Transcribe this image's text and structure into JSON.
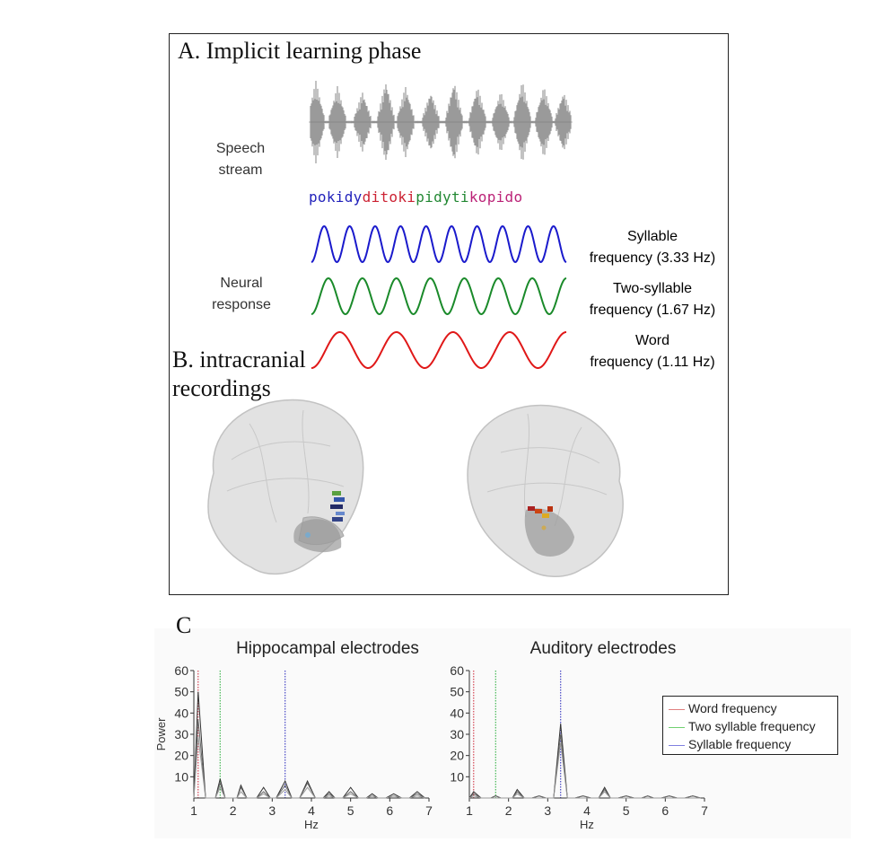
{
  "panel_a": {
    "title": "A. Implicit learning phase",
    "speech_label": [
      "Speech",
      "stream"
    ],
    "syllables": [
      {
        "text": "pokidy",
        "color": "#2222bb"
      },
      {
        "text": "ditoki",
        "color": "#cc2233"
      },
      {
        "text": "pidyti",
        "color": "#228833"
      },
      {
        "text": "kopido",
        "color": "#bb2277"
      }
    ],
    "neural_label": [
      "Neural",
      "response"
    ],
    "waves": [
      {
        "name_lines": [
          "Syllable",
          "frequency (3.33 Hz)"
        ],
        "color": "#1a1acc",
        "cycles": 10
      },
      {
        "name_lines": [
          "Two-syllable",
          "frequency (1.67 Hz)"
        ],
        "color": "#1a8a2a",
        "cycles": 7.5
      },
      {
        "name_lines": [
          "Word",
          "frequency (1.11 Hz)"
        ],
        "color": "#e01818",
        "cycles": 4.5
      }
    ]
  },
  "panel_b": {
    "title_lines": [
      "B. intracranial",
      "recordings"
    ]
  },
  "panel_c": {
    "label": "C",
    "legend": [
      {
        "label": "Word frequency",
        "color": "#e08080"
      },
      {
        "label": "Two syllable frequency",
        "color": "#70d070"
      },
      {
        "label": "Syllable frequency",
        "color": "#8080e0"
      }
    ]
  },
  "chart_data": [
    {
      "type": "line",
      "title": "Hippocampal electrodes",
      "xlabel": "Hz",
      "ylabel": "Power",
      "xlim": [
        1,
        7
      ],
      "ylim": [
        0,
        60
      ],
      "xticks": [
        1,
        2,
        3,
        4,
        5,
        6,
        7
      ],
      "yticks": [
        10,
        20,
        30,
        40,
        50,
        60
      ],
      "vlines": [
        {
          "x": 1.11,
          "color": "#cc2233"
        },
        {
          "x": 1.67,
          "color": "#22aa33"
        },
        {
          "x": 3.33,
          "color": "#2222bb"
        }
      ],
      "series": [
        {
          "x": [
            0.9,
            1.11,
            1.3,
            1.55,
            1.67,
            1.8,
            2.1,
            2.2,
            2.35,
            2.6,
            2.78,
            2.95,
            3.1,
            3.33,
            3.5,
            3.7,
            3.9,
            4.1,
            4.3,
            4.45,
            4.6,
            4.8,
            5.0,
            5.2,
            5.4,
            5.55,
            5.7,
            5.9,
            6.1,
            6.3,
            6.5,
            6.7,
            6.9
          ],
          "y": [
            0,
            50,
            0,
            0,
            9,
            0,
            0,
            6,
            0,
            0,
            5,
            0,
            0,
            8,
            0,
            0,
            8,
            0,
            0,
            3,
            0,
            0,
            5,
            0,
            0,
            2,
            0,
            0,
            2,
            0,
            0,
            3,
            0
          ]
        },
        {
          "x": [
            0.9,
            1.11,
            1.3,
            1.55,
            1.67,
            1.8,
            2.1,
            2.2,
            2.35,
            2.6,
            2.78,
            2.95,
            3.1,
            3.33,
            3.5,
            3.7,
            3.9,
            4.1,
            4.3,
            4.45,
            4.6,
            4.8,
            5.0,
            5.2,
            5.4,
            5.55,
            5.7,
            5.9,
            6.1,
            6.3,
            6.5,
            6.7,
            6.9
          ],
          "y": [
            0,
            37,
            0,
            0,
            7,
            0,
            0,
            5,
            0,
            0,
            3,
            0,
            0,
            6,
            0,
            0,
            7,
            0,
            0,
            2,
            0,
            0,
            3,
            0,
            0,
            1,
            0,
            0,
            1,
            0,
            0,
            2,
            0
          ]
        },
        {
          "x": [
            0.9,
            1.11,
            1.3,
            1.55,
            1.67,
            1.8,
            2.1,
            2.2,
            2.35,
            2.6,
            2.78,
            2.95,
            3.1,
            3.33,
            3.5,
            3.7,
            3.9,
            4.1,
            4.3,
            4.45,
            4.6,
            4.8,
            5.0,
            5.2,
            5.4,
            5.55,
            5.7,
            5.9,
            6.1,
            6.3,
            6.5,
            6.7,
            6.9
          ],
          "y": [
            0,
            29,
            0,
            0,
            5,
            0,
            0,
            3,
            0,
            0,
            2,
            0,
            0,
            4,
            0,
            0,
            5,
            0,
            0,
            1,
            0,
            0,
            2,
            0,
            0,
            1,
            0,
            0,
            1,
            0,
            0,
            1,
            0
          ]
        }
      ]
    },
    {
      "type": "line",
      "title": "Auditory electrodes",
      "xlabel": "Hz",
      "ylabel": "",
      "xlim": [
        1,
        7
      ],
      "ylim": [
        0,
        60
      ],
      "xticks": [
        1,
        2,
        3,
        4,
        5,
        6,
        7
      ],
      "yticks": [
        10,
        20,
        30,
        40,
        50,
        60
      ],
      "vlines": [
        {
          "x": 1.11,
          "color": "#cc2233"
        },
        {
          "x": 1.67,
          "color": "#22aa33"
        },
        {
          "x": 3.33,
          "color": "#2222bb"
        }
      ],
      "series": [
        {
          "x": [
            0.9,
            1.11,
            1.3,
            1.55,
            1.67,
            1.8,
            2.1,
            2.22,
            2.4,
            2.6,
            2.78,
            2.95,
            3.15,
            3.33,
            3.5,
            3.7,
            3.9,
            4.1,
            4.3,
            4.45,
            4.6,
            4.8,
            5.0,
            5.2,
            5.4,
            5.55,
            5.7,
            5.9,
            6.1,
            6.3,
            6.5,
            6.7,
            6.9
          ],
          "y": [
            0,
            3,
            0,
            0,
            1,
            0,
            0,
            4,
            0,
            0,
            1,
            0,
            0,
            35,
            0,
            0,
            1,
            0,
            0,
            5,
            0,
            0,
            1,
            0,
            0,
            1,
            0,
            0,
            1,
            0,
            0,
            1,
            0
          ]
        },
        {
          "x": [
            0.9,
            1.11,
            1.3,
            1.55,
            1.67,
            1.8,
            2.1,
            2.22,
            2.4,
            2.6,
            2.78,
            2.95,
            3.15,
            3.33,
            3.5,
            3.7,
            3.9,
            4.1,
            4.3,
            4.45,
            4.6,
            4.8,
            5.0,
            5.2,
            5.4,
            5.55,
            5.7,
            5.9,
            6.1,
            6.3,
            6.5,
            6.7,
            6.9
          ],
          "y": [
            0,
            2,
            0,
            0,
            1,
            0,
            0,
            3,
            0,
            0,
            1,
            0,
            0,
            30,
            0,
            0,
            1,
            0,
            0,
            4,
            0,
            0,
            1,
            0,
            0,
            1,
            0,
            0,
            1,
            0,
            0,
            1,
            0
          ]
        },
        {
          "x": [
            0.9,
            1.11,
            1.3,
            1.55,
            1.67,
            1.8,
            2.1,
            2.22,
            2.4,
            2.6,
            2.78,
            2.95,
            3.15,
            3.33,
            3.5,
            3.7,
            3.9,
            4.1,
            4.3,
            4.45,
            4.6,
            4.8,
            5.0,
            5.2,
            5.4,
            5.55,
            5.7,
            5.9,
            6.1,
            6.3,
            6.5,
            6.7,
            6.9
          ],
          "y": [
            0,
            1,
            0,
            0,
            0,
            0,
            0,
            2,
            0,
            0,
            0,
            0,
            0,
            26,
            0,
            0,
            0,
            0,
            0,
            3,
            0,
            0,
            0,
            0,
            0,
            0,
            0,
            0,
            0,
            0,
            0,
            0,
            0
          ]
        }
      ]
    }
  ]
}
